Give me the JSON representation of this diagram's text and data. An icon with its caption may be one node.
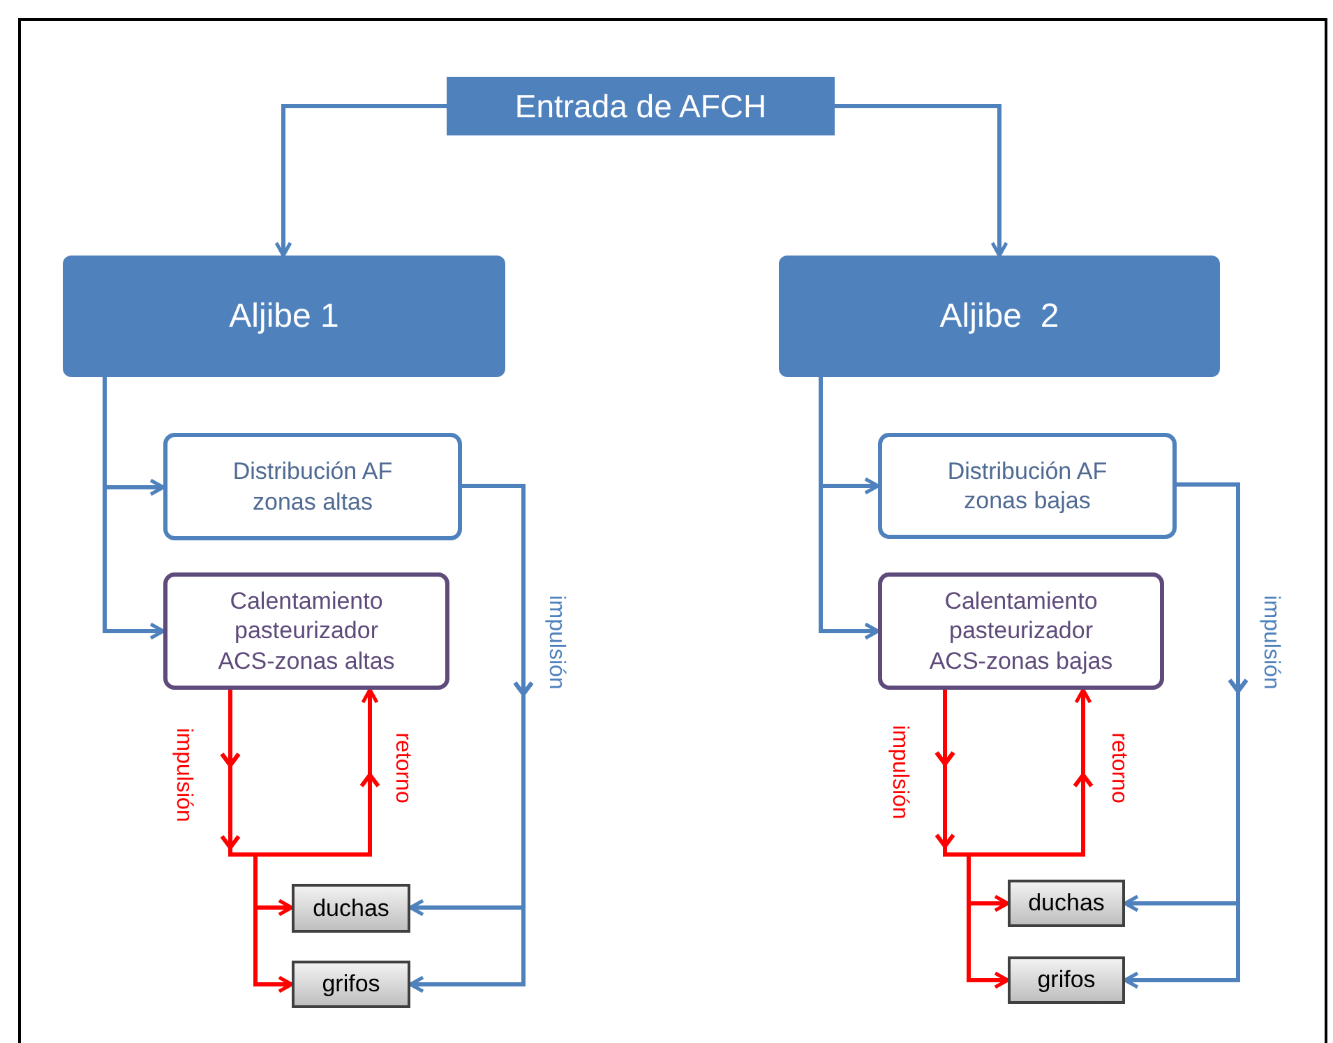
{
  "diagram": {
    "nodes": [
      {
        "text": [
          "Entrada de AFCH"
        ]
      },
      {
        "text": [
          "Aljibe 1"
        ]
      },
      {
        "text": [
          "Aljibe  2"
        ]
      },
      {
        "text": [
          "Distribución AF zonas altas"
        ]
      },
      {
        "text": [
          "Calentamiento pasteurizador ACS-zonas altas"
        ]
      },
      {
        "text": [
          "duchas"
        ]
      },
      {
        "text": [
          "grifos"
        ]
      },
      {
        "text": [
          "Distribución AF zonas bajas"
        ]
      },
      {
        "text": [
          "Calentamiento pasteurizador ACS-zonas bajas"
        ]
      },
      {
        "text": [
          "duchas"
        ]
      },
      {
        "text": [
          "grifos"
        ]
      }
    ],
    "edges": [
      {
        "from": 0,
        "to": 1,
        "arrow": "to"
      },
      {
        "from": 0,
        "to": 2,
        "arrow": "to"
      },
      {
        "from": 1,
        "to": 3,
        "arrow": "to"
      },
      {
        "from": 1,
        "to": 4,
        "arrow": "to"
      },
      {
        "from": 3,
        "to": 5,
        "arrow": "to",
        "label": "impulsión"
      },
      {
        "from": 3,
        "to": 6,
        "arrow": "to"
      },
      {
        "from": 4,
        "to": 5,
        "arrow": "to",
        "label": "impulsión",
        "color": "#ff0000"
      },
      {
        "from": 4,
        "to": 6,
        "arrow": "to",
        "color": "#ff0000"
      },
      {
        "from": null,
        "to": 4,
        "arrow": "to",
        "label": "retorno",
        "color": "#ff0000"
      },
      {
        "from": 2,
        "to": 7,
        "arrow": "to"
      },
      {
        "from": 2,
        "to": 8,
        "arrow": "to"
      },
      {
        "from": 7,
        "to": 9,
        "arrow": "to",
        "label": "impulsión"
      },
      {
        "from": 7,
        "to": 10,
        "arrow": "to"
      },
      {
        "from": 8,
        "to": 9,
        "arrow": "to",
        "label": "impulsión",
        "color": "#ff0000"
      },
      {
        "from": 8,
        "to": 10,
        "arrow": "to",
        "color": "#ff0000"
      },
      {
        "from": null,
        "to": 8,
        "arrow": "to",
        "label": "retorno",
        "color": "#ff0000"
      }
    ]
  }
}
